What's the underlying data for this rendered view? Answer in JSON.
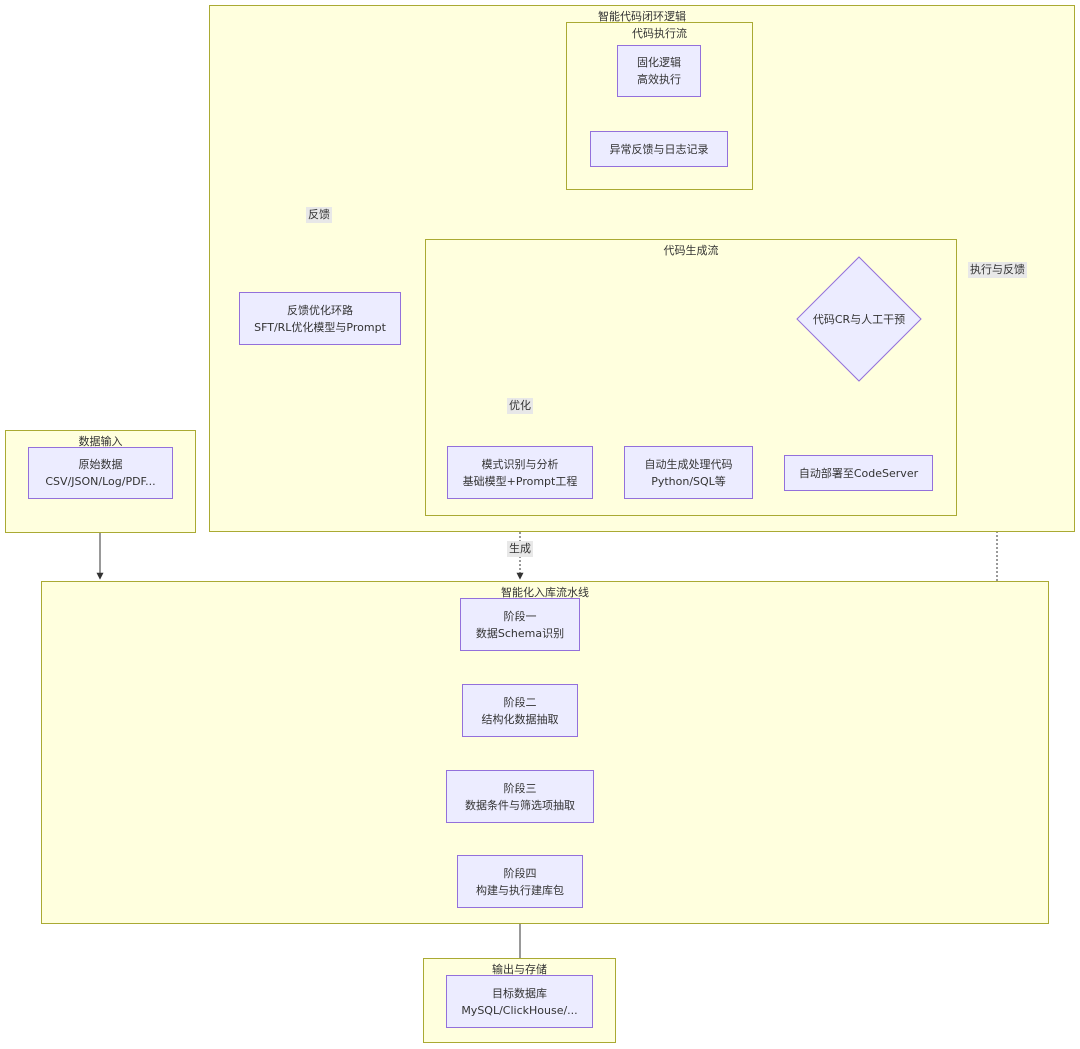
{
  "clusters": {
    "loop": "智能代码闭环逻辑",
    "exec": "代码执行流",
    "gen": "代码生成流",
    "input": "数据输入",
    "pipeline": "智能化入库流水线",
    "output": "输出与存储"
  },
  "nodes": {
    "fixed_logic": [
      "固化逻辑",
      "高效执行"
    ],
    "exception_log": [
      "异常反馈与日志记录"
    ],
    "feedback_loop": [
      "反馈优化环路",
      "SFT/RL优化模型与Prompt"
    ],
    "pattern": [
      "模式识别与分析",
      "基础模型+Prompt工程"
    ],
    "autogen": [
      "自动生成处理代码",
      "Python/SQL等"
    ],
    "code_review": [
      "代码CR与人工干预"
    ],
    "deploy": [
      "自动部署至CodeServer"
    ],
    "raw_data": [
      "原始数据",
      "CSV/JSON/Log/PDF..."
    ],
    "stage1": [
      "阶段一",
      "数据Schema识别"
    ],
    "stage2": [
      "阶段二",
      "结构化数据抽取"
    ],
    "stage3": [
      "阶段三",
      "数据条件与筛选项抽取"
    ],
    "stage4": [
      "阶段四",
      "构建与执行建库包"
    ],
    "target_db": [
      "目标数据库",
      "MySQL/ClickHouse/..."
    ]
  },
  "edge_labels": {
    "feedback": "反馈",
    "optimize": "优化",
    "generate": "生成",
    "exec_feedback": "执行与反馈"
  },
  "colors": {
    "cluster_fill": "#ffffde",
    "cluster_border": "#aaaa33",
    "node_fill": "#ececff",
    "node_border": "#9370db",
    "edge": "#333333"
  }
}
